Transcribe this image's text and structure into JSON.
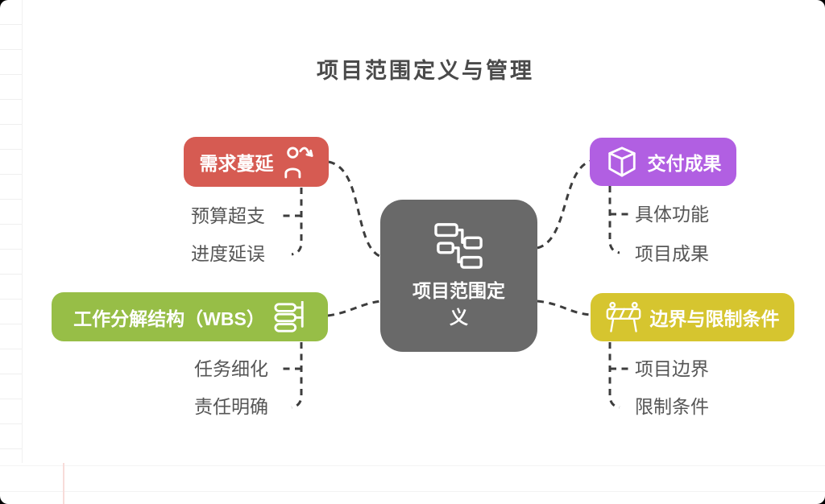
{
  "title": "项目范围定义与管理",
  "center": {
    "label": "项目范围定义",
    "icon": "flowchart-icon",
    "color": "#696969"
  },
  "branches": [
    {
      "id": "scope-creep",
      "label": "需求蔓延",
      "icon": "person-trend-icon",
      "color": "#d65b52",
      "side": "left",
      "children": [
        "预算超支",
        "进度延误"
      ]
    },
    {
      "id": "wbs",
      "label": "工作分解结构（WBS）",
      "icon": "wbs-list-icon",
      "color": "#97be47",
      "side": "left",
      "children": [
        "任务细化",
        "责任明确"
      ]
    },
    {
      "id": "deliverables",
      "label": "交付成果",
      "icon": "cube-icon",
      "color": "#b15fe2",
      "side": "right",
      "children": [
        "具体功能",
        "项目成果"
      ]
    },
    {
      "id": "boundaries",
      "label": "边界与限制条件",
      "icon": "barrier-icon",
      "color": "#d6c52f",
      "side": "right",
      "children": [
        "项目边界",
        "限制条件"
      ]
    }
  ],
  "colors": {
    "red": "#d65b52",
    "green": "#97be47",
    "purple": "#b15fe2",
    "yellow": "#d6c52f",
    "center_gray": "#696969",
    "connector": "#3d3d3d",
    "label_text": "#565656",
    "title_text": "#4a4a4a",
    "background": "#ffffff"
  }
}
